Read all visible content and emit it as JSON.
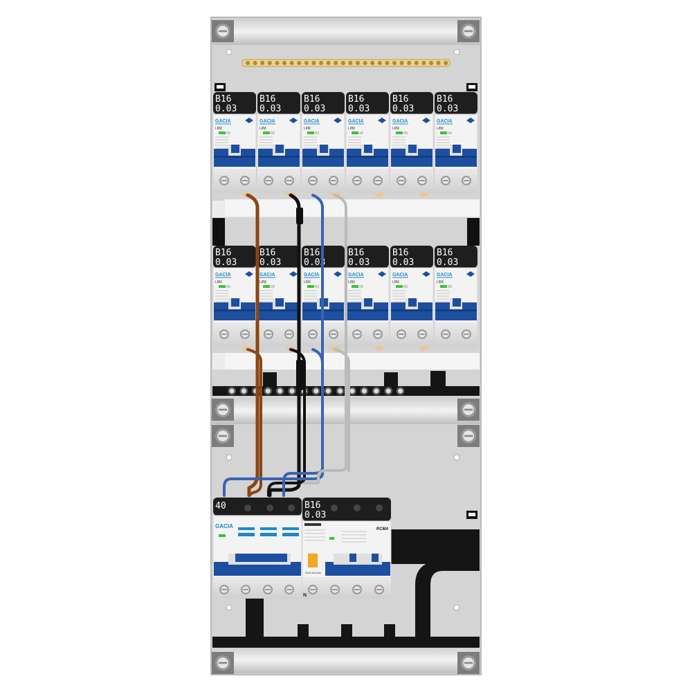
{
  "rows": [
    {
      "breakers": [
        {
          "rating": "B16",
          "ma": "0.03",
          "brand": "GACIA",
          "model": "L8M"
        },
        {
          "rating": "B16",
          "ma": "0.03",
          "brand": "GACIA",
          "model": "L8M"
        },
        {
          "rating": "B16",
          "ma": "0.03",
          "brand": "GACIA",
          "model": "L8M"
        },
        {
          "rating": "B16",
          "ma": "0.03",
          "brand": "GACIA",
          "model": "L8M"
        },
        {
          "rating": "B16",
          "ma": "0.03",
          "brand": "GACIA",
          "model": "L8M"
        },
        {
          "rating": "B16",
          "ma": "0.03",
          "brand": "GACIA",
          "model": "L8M"
        }
      ]
    },
    {
      "breakers": [
        {
          "rating": "B16",
          "ma": "0.03",
          "brand": "GACIA",
          "model": "L8M"
        },
        {
          "rating": "B16",
          "ma": "0.03",
          "brand": "GACIA",
          "model": "L8M"
        },
        {
          "rating": "B16",
          "ma": "0.03",
          "brand": "GACIA",
          "model": "L8M"
        },
        {
          "rating": "B16",
          "ma": "0.03",
          "brand": "GACIA",
          "model": "L8M"
        },
        {
          "rating": "B16",
          "ma": "0.03",
          "brand": "GACIA",
          "model": "L8M"
        },
        {
          "rating": "B16",
          "ma": "0.03",
          "brand": "GACIA",
          "model": "L8M"
        }
      ]
    }
  ],
  "bottom": {
    "main_switch": {
      "rating": "40",
      "brand": "GACIA"
    },
    "spd": {
      "rating": "B16",
      "ma": "0.03",
      "label": "Wait standby",
      "n_label": "N"
    },
    "rcm": {
      "label": "RCM4"
    }
  },
  "colors": {
    "breaker_blue": "#1d4fa0",
    "wire_brown": "#8b4513",
    "wire_black": "#111111",
    "wire_blue": "#3a63b0",
    "wire_grey": "#bbbbbb",
    "busbar_copper": "#c9a23a",
    "label_bar": "#1e1e1e",
    "indicator_green": "#3cc13c",
    "brand_blue": "#1e88c8",
    "spd_orange": "#f5a623"
  }
}
